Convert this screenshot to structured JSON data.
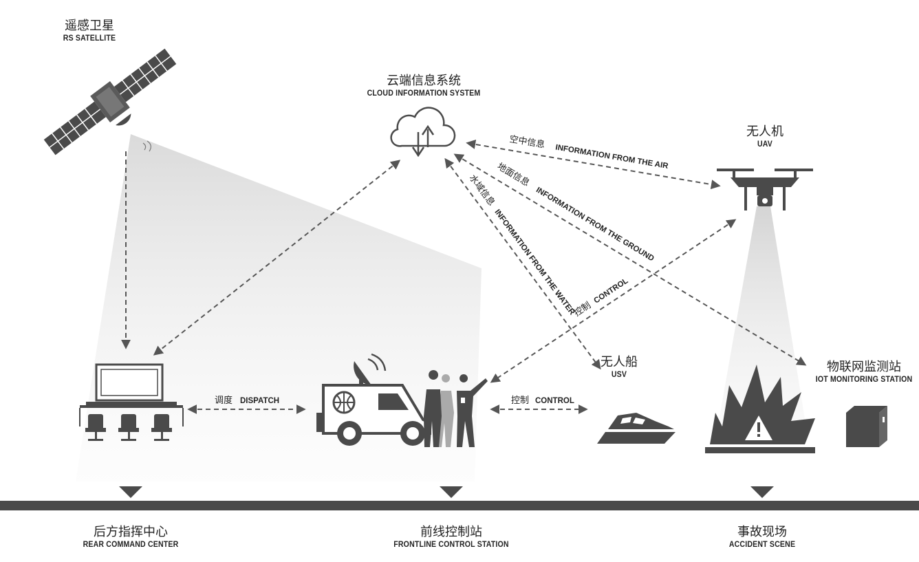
{
  "nodes": {
    "satellite": {
      "cn": "遥感卫星",
      "en": "RS SATELLITE"
    },
    "cloud": {
      "cn": "云端信息系统",
      "en": "CLOUD INFORMATION SYSTEM"
    },
    "uav": {
      "cn": "无人机",
      "en": "UAV"
    },
    "usv": {
      "cn": "无人船",
      "en": "USV"
    },
    "iot": {
      "cn": "物联网监测站",
      "en": "IOT MONITORING STATION"
    }
  },
  "links": {
    "air": {
      "cn": "空中信息",
      "en": "INFORMATION FROM THE AIR"
    },
    "ground": {
      "cn": "地面信息",
      "en": "INFORMATION FROM THE GROUND"
    },
    "water": {
      "cn": "水域信息",
      "en": "INFORMATION FROM THE WATER"
    },
    "control_uav": {
      "cn": "控制",
      "en": "CONTROL"
    },
    "dispatch": {
      "cn": "调度",
      "en": "DISPATCH"
    },
    "control_usv": {
      "cn": "控制",
      "en": "CONTROL"
    }
  },
  "sections": [
    {
      "cn": "后方指挥中心",
      "en": "REAR COMMAND CENTER"
    },
    {
      "cn": "前线控制站",
      "en": "FRONTLINE CONTROL STATION"
    },
    {
      "cn": "事故现场",
      "en": "ACCIDENT SCENE"
    }
  ],
  "colors": {
    "ink": "#555555",
    "dark": "#4a4a4a",
    "text": "#222222"
  }
}
